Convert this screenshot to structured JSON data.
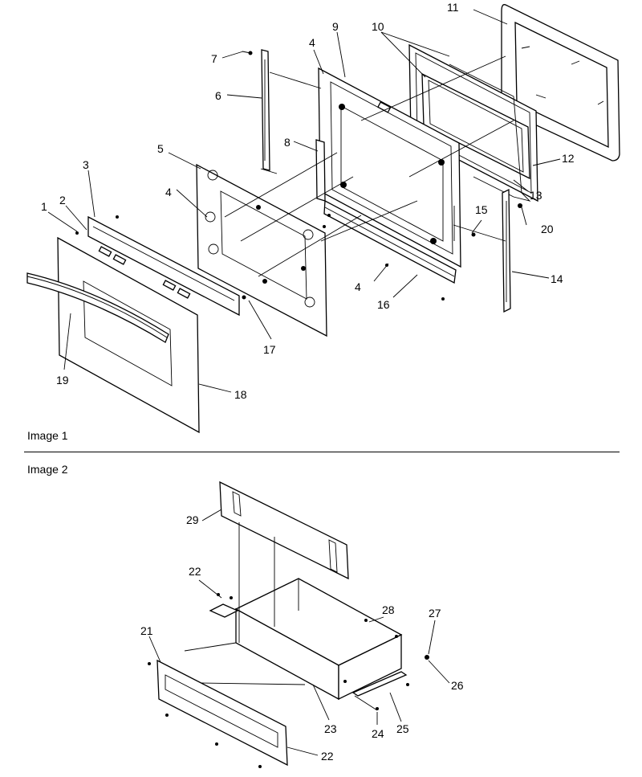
{
  "captions": {
    "image1": "Image 1",
    "image2": "Image 2"
  },
  "callouts": {
    "c1": "1",
    "c2": "2",
    "c3": "3",
    "c4a": "4",
    "c4b": "4",
    "c4c": "4",
    "c5": "5",
    "c6": "6",
    "c7": "7",
    "c8": "8",
    "c9": "9",
    "c10": "10",
    "c11": "11",
    "c12": "12",
    "c13": "13",
    "c14": "14",
    "c15": "15",
    "c16": "16",
    "c17": "17",
    "c18": "18",
    "c19": "19",
    "c20": "20",
    "c21": "21",
    "c22a": "22",
    "c22b": "22",
    "c23": "23",
    "c24": "24",
    "c25": "25",
    "c26": "26",
    "c27": "27",
    "c28": "28",
    "c29": "29"
  }
}
